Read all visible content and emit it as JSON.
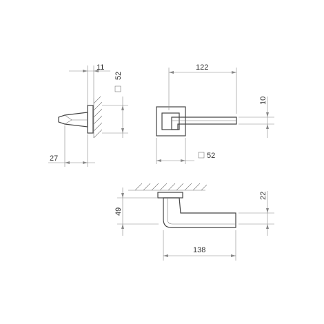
{
  "dimensions": {
    "side_depth": "11",
    "side_rose_size": "52",
    "side_spindle": "27",
    "front_length": "122",
    "front_thickness": "10",
    "front_rose_size": "52",
    "bottom_height": "49",
    "bottom_offset": "22",
    "bottom_length": "138"
  },
  "square_symbol": "□",
  "colors": {
    "line": "#444444",
    "dimension": "#888888",
    "text": "#333333"
  }
}
